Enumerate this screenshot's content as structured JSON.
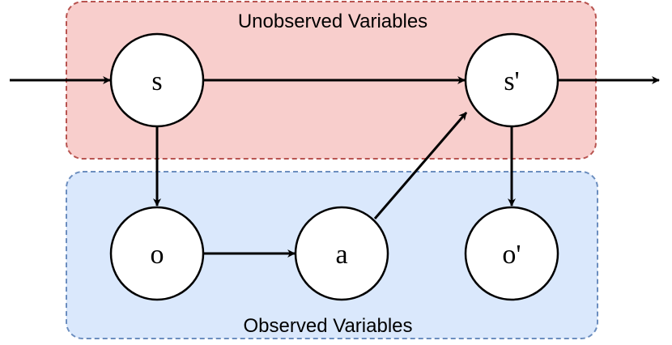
{
  "groups": {
    "unobserved": {
      "label": "Unobserved Variables",
      "fill": "#f8cecc",
      "stroke": "#b85450"
    },
    "observed": {
      "label": "Observed Variables",
      "fill": "#dae8fc",
      "stroke": "#6c8ebf"
    }
  },
  "nodes": {
    "s": {
      "label": "s"
    },
    "s_prime": {
      "label": "s'"
    },
    "o": {
      "label": "o"
    },
    "a": {
      "label": "a"
    },
    "o_prime": {
      "label": "o'"
    }
  },
  "edges": [
    {
      "from": "input",
      "to": "s"
    },
    {
      "from": "s",
      "to": "s_prime"
    },
    {
      "from": "s_prime",
      "to": "output"
    },
    {
      "from": "s",
      "to": "o"
    },
    {
      "from": "o",
      "to": "a"
    },
    {
      "from": "a",
      "to": "s_prime"
    },
    {
      "from": "s_prime",
      "to": "o_prime"
    }
  ]
}
